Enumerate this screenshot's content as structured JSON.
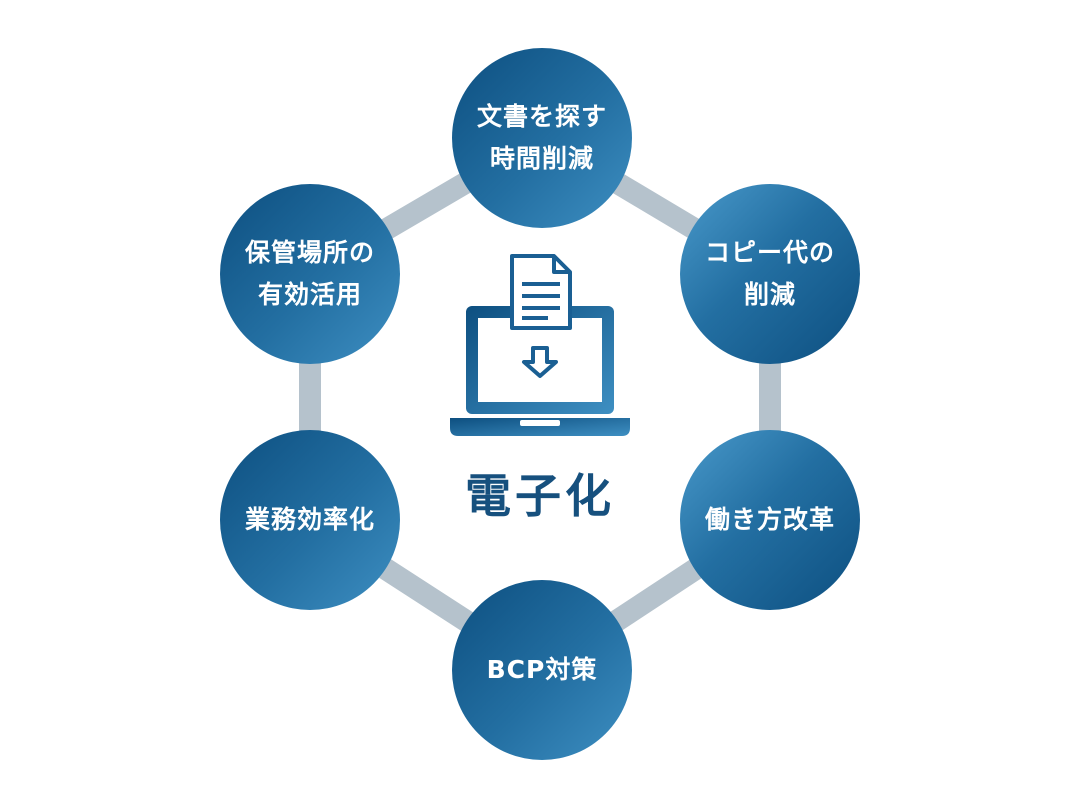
{
  "colors": {
    "ring": "#b5c2cc",
    "node_dark": "#0d4f80",
    "node_light": "#3e8fc2",
    "title": "#16507e"
  },
  "center": {
    "title": "電子化",
    "icon": "laptop-document-download-icon"
  },
  "nodes": {
    "top": [
      "文書を探す",
      "時間削減"
    ],
    "top_right": [
      "コピー代の",
      "削減"
    ],
    "bottom_right": [
      "働き方改革"
    ],
    "bottom": [
      "BCP対策"
    ],
    "bottom_left": [
      "業務効率化"
    ],
    "top_left": [
      "保管場所の",
      "有効活用"
    ]
  }
}
